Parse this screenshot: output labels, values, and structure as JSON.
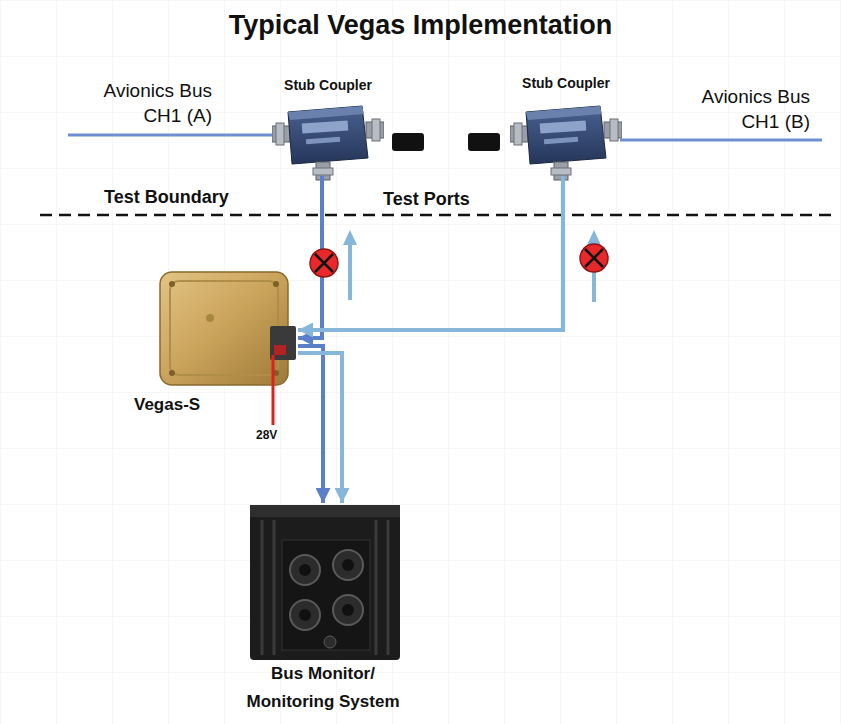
{
  "diagram": {
    "title": "Typical Vegas Implementation",
    "nodes": [
      {
        "text": [
          "Stub Coupler"
        ]
      },
      {
        "text": [
          "Stub Coupler"
        ]
      },
      {
        "text": [
          "Vegas-S"
        ]
      },
      {
        "text": [
          "Bus Monitor/ Monitoring System"
        ]
      }
    ],
    "edges": [
      {
        "from": 0,
        "to": 2,
        "arrow": "to"
      },
      {
        "from": 1,
        "to": 2,
        "arrow": "to"
      },
      {
        "from": 2,
        "to": 3,
        "arrow": "to"
      },
      {
        "from": 2,
        "to": 3,
        "arrow": "to"
      }
    ],
    "labels": [
      "Avionics Bus CH1 (A)",
      "Avionics Bus CH1 (B)",
      "Test Boundary",
      "Test Ports",
      "28V"
    ]
  }
}
